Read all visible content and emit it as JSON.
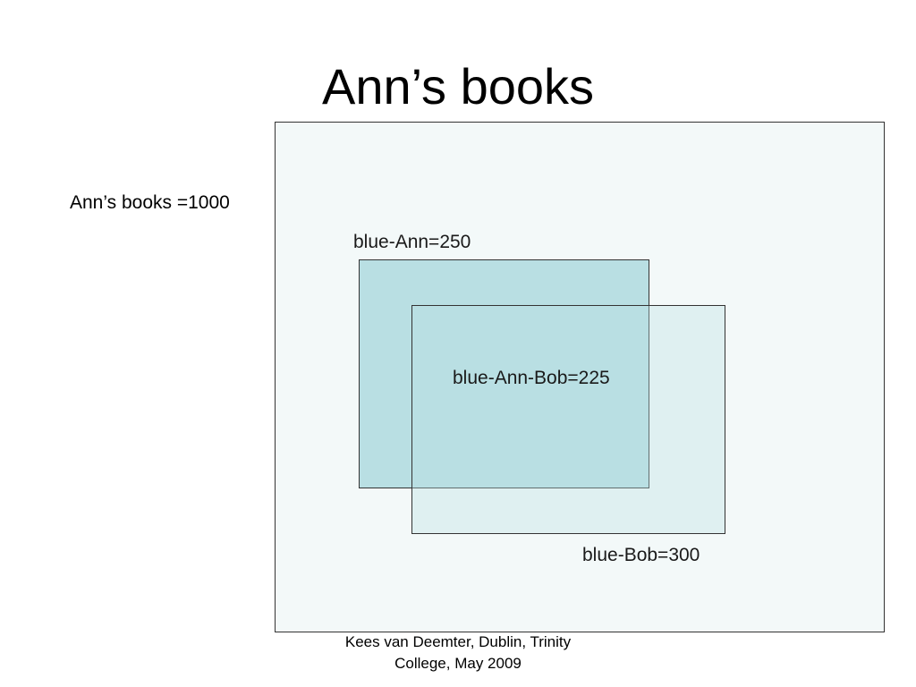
{
  "title": "Ann’s books",
  "diagram": {
    "universe_label": "Ann’s books =1000",
    "set_a_label": "blue-Ann=250",
    "intersection_label": "blue-Ann-Bob=225",
    "set_b_label": "blue-Bob=300"
  },
  "footer": {
    "line1": "Kees van Deemter, Dublin, Trinity",
    "line2": "College, May 2009"
  },
  "colors": {
    "universe_fill": "#f3f9f9",
    "set_fill": "#b9dfe3",
    "border": "#333333"
  }
}
